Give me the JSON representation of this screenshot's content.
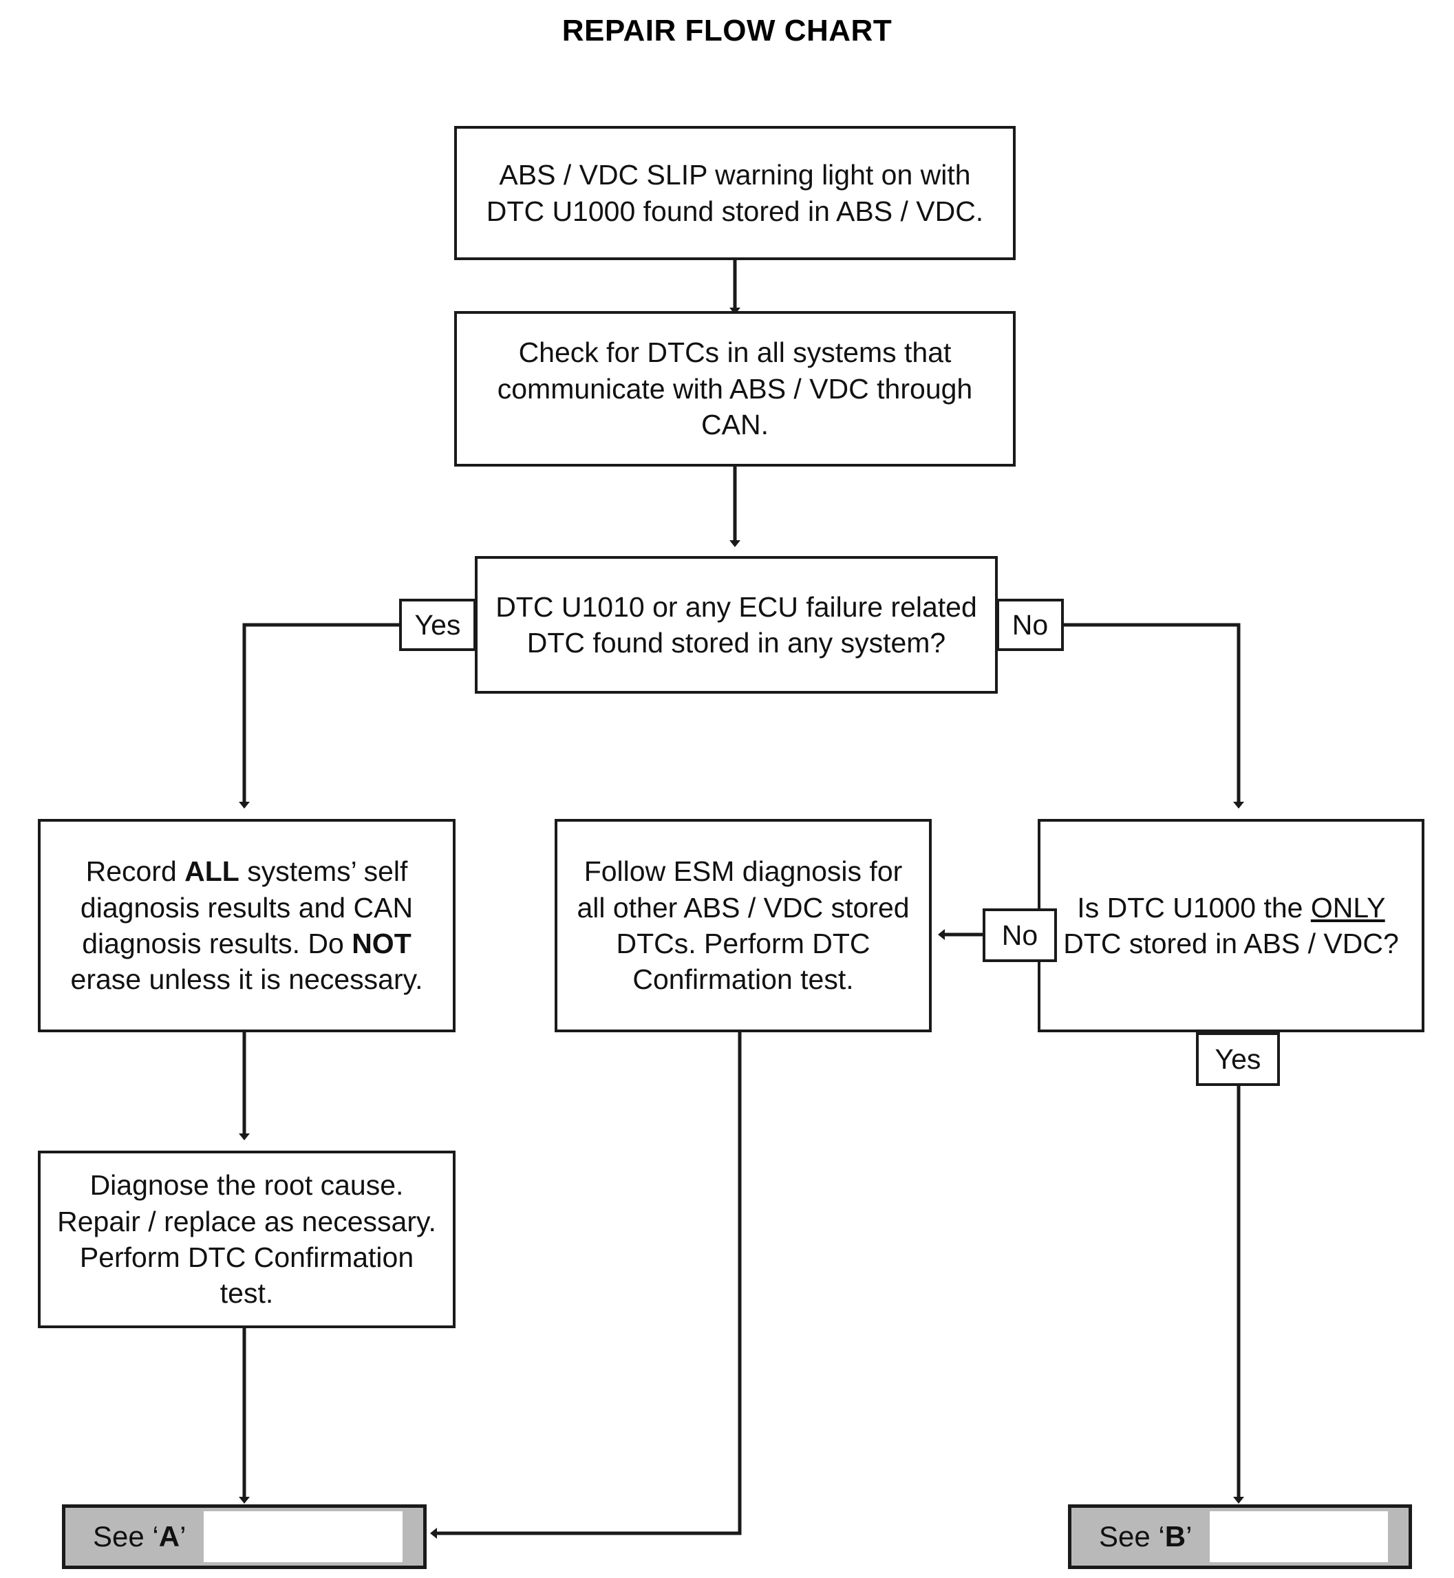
{
  "title": "REPAIR FLOW CHART",
  "nodes": {
    "start": {
      "id": "start",
      "text": "ABS / VDC SLIP warning light on with DTC U1000 found stored in ABS / VDC."
    },
    "check_dtcs": {
      "id": "check-dtcs",
      "text": "Check for DTCs in all systems that communicate with ABS / VDC through CAN."
    },
    "decision_u1010": {
      "id": "decision-u1010",
      "text": "DTC U1010 or any ECU failure related DTC found stored in any system?"
    },
    "record_all": {
      "id": "record-all",
      "text_parts": [
        "Record ",
        "ALL",
        " systems’ self diagnosis results and CAN diagnosis results. Do ",
        "NOT",
        " erase unless it is necessary."
      ],
      "bold_words": [
        "ALL",
        "NOT"
      ]
    },
    "follow_esm": {
      "id": "follow-esm",
      "text": "Follow ESM diagnosis for all other ABS / VDC stored DTCs. Perform DTC Confirmation test."
    },
    "decision_only": {
      "id": "decision-only",
      "text_parts": [
        "Is DTC U1000 the ",
        "ONLY",
        " DTC stored in ABS / VDC?"
      ],
      "underlined_words": [
        "ONLY"
      ]
    },
    "diagnose_root": {
      "id": "diagnose-root",
      "text": "Diagnose the root cause. Repair / replace as necessary. Perform DTC Confirmation test."
    },
    "see_a": {
      "id": "see-a",
      "prefix": "See ‘",
      "letter": "A",
      "suffix": "’"
    },
    "see_b": {
      "id": "see-b",
      "prefix": "See ‘",
      "letter": "B",
      "suffix": "’"
    }
  },
  "edge_labels": {
    "u1010_yes": "Yes",
    "u1010_no": "No",
    "only_no": "No",
    "only_yes": "Yes"
  },
  "colors": {
    "line": "#1a1a1a",
    "box_border": "#1a1a1a",
    "box_fill": "#ffffff",
    "terminal_fill": "#b9b9b9",
    "terminal_inner": "#ffffff",
    "text": "#111111",
    "page_background": "#ffffff"
  },
  "chart_data": {
    "type": "diagram",
    "diagram_kind": "flowchart",
    "title": "REPAIR FLOW CHART",
    "nodes": [
      {
        "id": "start",
        "kind": "process",
        "label": "ABS / VDC SLIP warning light on with DTC U1000 found stored in ABS / VDC."
      },
      {
        "id": "check-dtcs",
        "kind": "process",
        "label": "Check for DTCs in all systems that communicate with ABS / VDC through CAN."
      },
      {
        "id": "decision-u1010",
        "kind": "decision",
        "label": "DTC U1010 or any ECU failure related DTC found stored in any system?"
      },
      {
        "id": "record-all",
        "kind": "process",
        "label": "Record ALL systems’ self diagnosis results and CAN diagnosis results. Do NOT erase unless it is necessary."
      },
      {
        "id": "follow-esm",
        "kind": "process",
        "label": "Follow ESM diagnosis for all other ABS / VDC stored DTCs. Perform DTC Confirmation test."
      },
      {
        "id": "decision-only",
        "kind": "decision",
        "label": "Is DTC U1000 the ONLY DTC stored in ABS / VDC?"
      },
      {
        "id": "diagnose-root",
        "kind": "process",
        "label": "Diagnose the root cause. Repair / replace as necessary. Perform DTC Confirmation test."
      },
      {
        "id": "see-a",
        "kind": "terminal",
        "label": "See ‘A’"
      },
      {
        "id": "see-b",
        "kind": "terminal",
        "label": "See ‘B’"
      }
    ],
    "edges": [
      {
        "from": "start",
        "to": "check-dtcs",
        "label": ""
      },
      {
        "from": "check-dtcs",
        "to": "decision-u1010",
        "label": ""
      },
      {
        "from": "decision-u1010",
        "to": "record-all",
        "label": "Yes"
      },
      {
        "from": "decision-u1010",
        "to": "decision-only",
        "label": "No"
      },
      {
        "from": "decision-only",
        "to": "follow-esm",
        "label": "No"
      },
      {
        "from": "decision-only",
        "to": "see-b",
        "label": "Yes"
      },
      {
        "from": "record-all",
        "to": "diagnose-root",
        "label": ""
      },
      {
        "from": "diagnose-root",
        "to": "see-a",
        "label": ""
      },
      {
        "from": "follow-esm",
        "to": "see-a",
        "label": ""
      }
    ]
  }
}
